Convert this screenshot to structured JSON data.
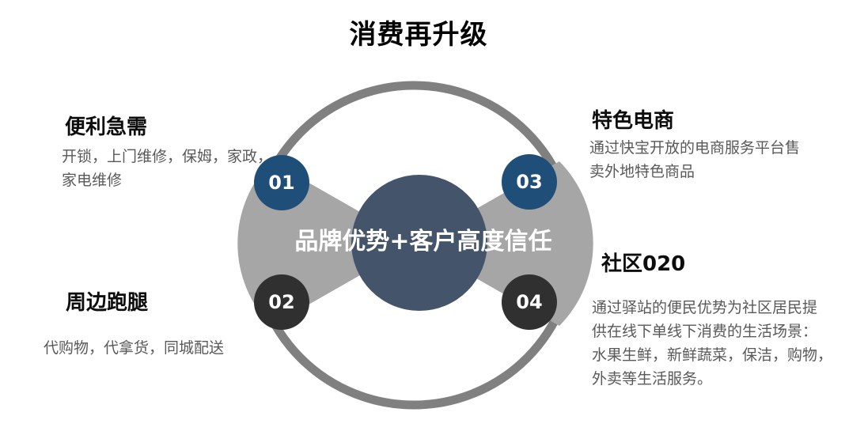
{
  "title": "消费再升级",
  "center": {
    "label": "品牌优势+客户高度信任"
  },
  "colors": {
    "title_text": "#000000",
    "ring": "#808080",
    "fan": "#A6A6A6",
    "center_circle": "#44546A",
    "center_text": "#FFFFFF",
    "blue_circle": "#1F4E79",
    "dark_circle": "#303030",
    "heading_text": "#0D0D0D",
    "body_text": "#595959"
  },
  "items": [
    {
      "number": "01",
      "heading": "便利急需",
      "lines": [
        "开锁，上门维修，保姆，家政，",
        "家电维修"
      ]
    },
    {
      "number": "02",
      "heading": "周边跑腿",
      "lines": [
        "代购物，代拿货，同城配送"
      ]
    },
    {
      "number": "03",
      "heading": "特色电商",
      "lines": [
        "通过快宝开放的电商服务平台售",
        "卖外地特色商品"
      ]
    },
    {
      "number": "04",
      "heading": "社区020",
      "lines": [
        "通过驿站的便民优势为社区居民提",
        "供在线下单线下消费的生活场景：",
        "水果生鲜，新鲜蔬菜，保洁，购物，",
        "外卖等生活服务。"
      ]
    }
  ]
}
